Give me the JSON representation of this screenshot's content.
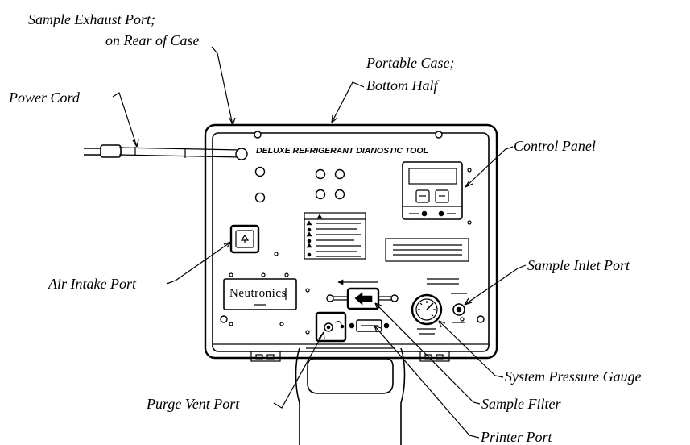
{
  "labels": {
    "sample_exhaust_port_line1": "Sample Exhaust Port;",
    "sample_exhaust_port_line2": "on Rear of Case",
    "portable_case_line1": "Portable Case;",
    "portable_case_line2": "Bottom Half",
    "power_cord": "Power Cord",
    "control_panel": "Control Panel",
    "air_intake_port": "Air Intake Port",
    "sample_inlet_port": "Sample Inlet Port",
    "system_pressure_gauge": "System Pressure Gauge",
    "purge_vent_port": "Purge Vent Port",
    "sample_filter": "Sample Filter",
    "printer_port": "Printer Port"
  },
  "device": {
    "panel_title": "DELUXE REFRIGERANT DIANOSTIC TOOL",
    "neutronics_label": "Neutronics"
  }
}
